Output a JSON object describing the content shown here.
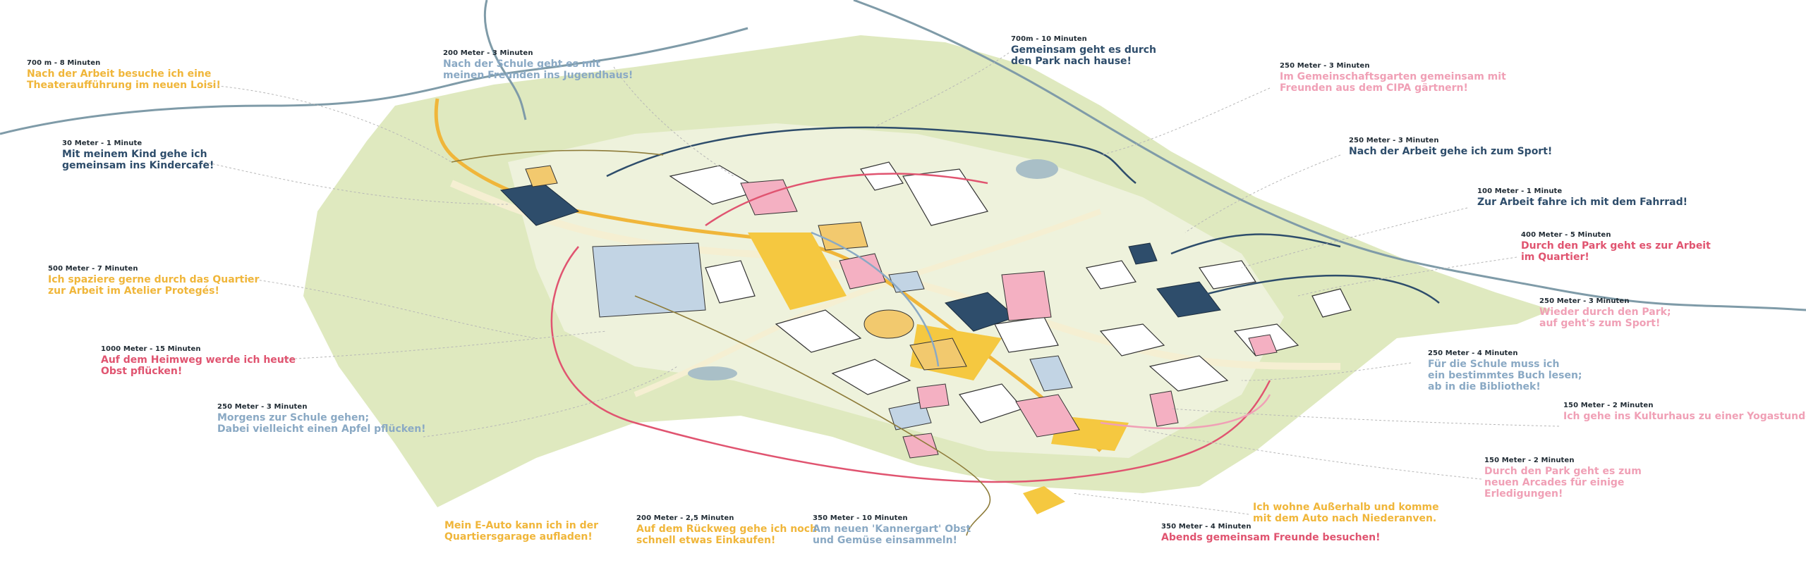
{
  "colors": {
    "yellow": "#f0b63a",
    "navy": "#2e4d6b",
    "blue": "#8aa9c4",
    "red": "#e05470",
    "pink": "#f0a0b6",
    "park_green": "#dde8bd",
    "light_green": "#eef2dc",
    "river": "#7f9ba8"
  },
  "annotations": [
    {
      "id": "theater",
      "distance": "700 m - 8 Minuten",
      "text": "Nach der Arbeit besuche ich eine\nTheateraufführung im neuen Loisi!",
      "color": "yellow"
    },
    {
      "id": "youth-house",
      "distance": "200 Meter - 3 Minuten",
      "text": "Nach der Schule geht es mit\nmeinen Freunden ins Jugendhaus!",
      "color": "blue"
    },
    {
      "id": "park-home",
      "distance": "700m - 10 Minuten",
      "text": "Gemeinsam geht es durch\nden Park nach hause!",
      "color": "navy"
    },
    {
      "id": "community-garden",
      "distance": "250 Meter - 3 Minuten",
      "text": "Im Gemeinschaftsgarten gemeinsam mit\nFreunden aus dem CIPA gärtnern!",
      "color": "pink"
    },
    {
      "id": "kindercafe",
      "distance": "30 Meter - 1 Minute",
      "text": "Mit meinem Kind gehe ich\ngemeinsam ins Kindercafe!",
      "color": "navy"
    },
    {
      "id": "sport",
      "distance": "250 Meter - 3 Minuten",
      "text": "Nach der Arbeit gehe ich zum Sport!",
      "color": "navy"
    },
    {
      "id": "bike",
      "distance": "100 Meter - 1 Minute",
      "text": "Zur Arbeit fahre ich mit dem Fahrrad!",
      "color": "navy"
    },
    {
      "id": "park-work",
      "distance": "400 Meter - 5 Minuten",
      "text": "Durch den Park geht es zur Arbeit\nim Quartier!",
      "color": "red"
    },
    {
      "id": "atelier",
      "distance": "500 Meter - 7 Minuten",
      "text": "Ich spaziere gerne durch das Quartier\nzur Arbeit im Atelier Protegés!",
      "color": "yellow"
    },
    {
      "id": "park-sport",
      "distance": "250 Meter - 3 Minuten",
      "text": "Wieder durch den Park;\nauf geht's zum Sport!",
      "color": "pink"
    },
    {
      "id": "fruit",
      "distance": "1000 Meter - 15 Minuten",
      "text": "Auf dem Heimweg werde ich heute\nObst pflücken!",
      "color": "red"
    },
    {
      "id": "library",
      "distance": "250 Meter - 4 Minuten",
      "text": "Für die Schule muss ich\nein bestimmtes Buch lesen;\nab in die Bibliothek!",
      "color": "blue"
    },
    {
      "id": "school-apple",
      "distance": "250 Meter - 3 Minuten",
      "text": "Morgens zur Schule gehen;\nDabei vielleicht einen Apfel pflücken!",
      "color": "blue"
    },
    {
      "id": "yoga",
      "distance": "150 Meter - 2 Minuten",
      "text": "Ich gehe ins Kulturhaus zu einer Yogastunde!",
      "color": "pink"
    },
    {
      "id": "arcades",
      "distance": "150 Meter - 2 Minuten",
      "text": "Durch den Park geht es zum\nneuen Arcades für einige\nErledigungen!",
      "color": "pink"
    },
    {
      "id": "e-auto",
      "distance": "",
      "text": "Mein E-Auto kann ich in der\nQuartiersgarage aufladen!",
      "color": "yellow"
    },
    {
      "id": "shopping",
      "distance": "200 Meter - 2,5 Minuten",
      "text": "Auf dem Rückweg gehe ich noch\nschnell etwas Einkaufen!",
      "color": "yellow"
    },
    {
      "id": "kannergart",
      "distance": "350 Meter - 10 Minuten",
      "text": "Am neuen 'Kannergart' Obst\nund Gemüse einsammeln!",
      "color": "blue"
    },
    {
      "id": "niederanven",
      "distance": "",
      "text": "Ich wohne Außerhalb und komme\nmit dem Auto nach Niederanven.",
      "color": "yellow"
    },
    {
      "id": "friends",
      "distance": "350 Meter - 4 Minuten",
      "text": "Abends gemeinsam Freunde besuchen!",
      "color": "red"
    }
  ]
}
